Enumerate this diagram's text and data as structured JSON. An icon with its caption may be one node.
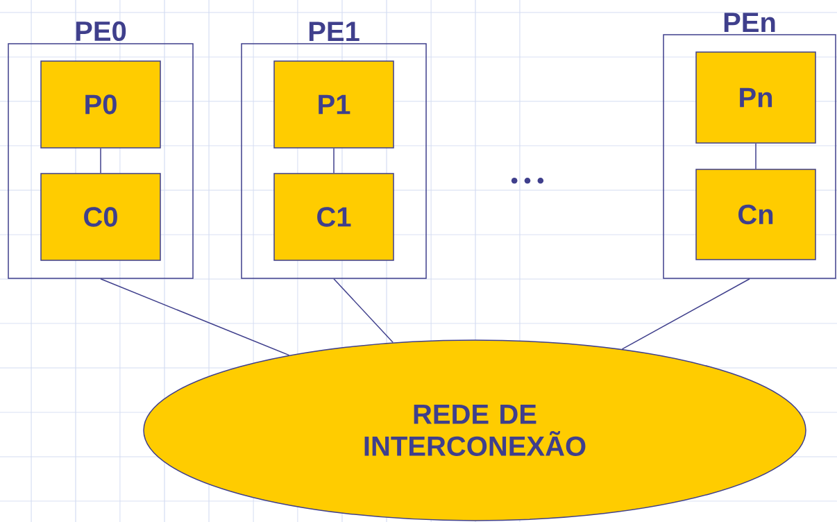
{
  "diagram": {
    "nodes": [
      {
        "text": [
          "PE0"
        ]
      },
      {
        "text": [
          "P0"
        ],
        "in": 0
      },
      {
        "text": [
          "C0"
        ],
        "in": 0
      },
      {
        "text": [
          "PE1"
        ]
      },
      {
        "text": [
          "P1"
        ],
        "in": 3
      },
      {
        "text": [
          "C1"
        ],
        "in": 3
      },
      {
        "text": [
          "PEn"
        ]
      },
      {
        "text": [
          "Pn"
        ],
        "in": 6
      },
      {
        "text": [
          "Cn"
        ],
        "in": 6
      },
      {
        "text": [
          "REDE DE INTERCONEXÃO"
        ]
      }
    ],
    "edges": [
      {
        "from": 1,
        "to": 2,
        "arrow": "none"
      },
      {
        "from": 4,
        "to": 5,
        "arrow": "none"
      },
      {
        "from": 7,
        "to": 8,
        "arrow": "none"
      },
      {
        "from": 0,
        "to": 9,
        "arrow": "none"
      },
      {
        "from": 3,
        "to": 9,
        "arrow": "none"
      },
      {
        "from": 6,
        "to": 9,
        "arrow": "none"
      }
    ],
    "labels": [
      "• • •"
    ]
  }
}
